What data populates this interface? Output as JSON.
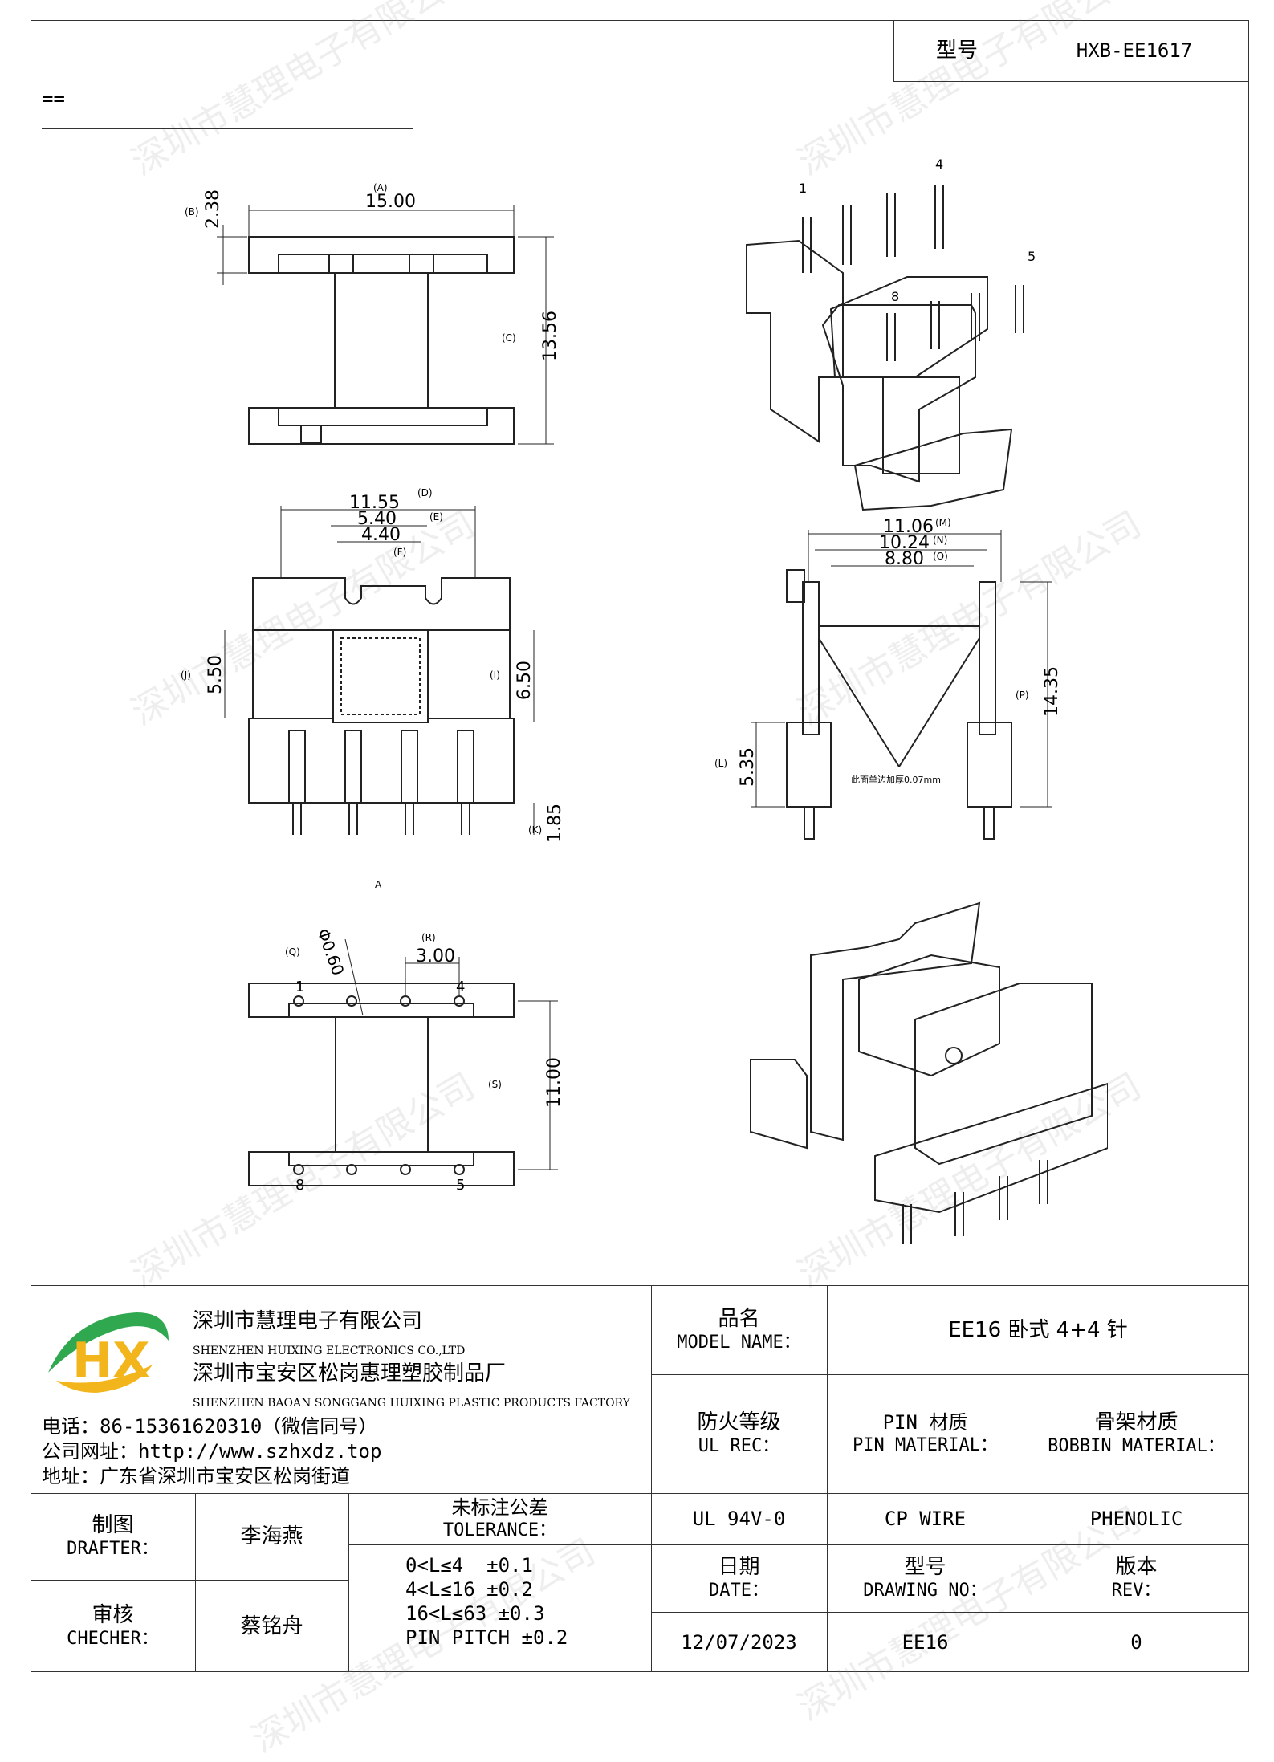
{
  "header": {
    "model_label": "型号",
    "model_value": "HXB-EE1617",
    "top_mark": "=="
  },
  "watermark": "深圳市慧理电子有限公司",
  "views": {
    "top": {
      "dims": [
        "15.00",
        "2.38",
        "13.56"
      ],
      "refs": [
        "(A)",
        "(B)",
        "(C)"
      ]
    },
    "front": {
      "dims": [
        "11.55",
        "5.40",
        "4.40",
        "5.50",
        "6.50",
        "1.85"
      ],
      "refs": [
        "(D)",
        "(E)",
        "(F)",
        "(J)",
        "(I)",
        "(K)"
      ]
    },
    "side": {
      "dims": [
        "11.06",
        "10.24",
        "8.80",
        "14.35",
        "5.35"
      ],
      "refs": [
        "(M)",
        "(N)",
        "(O)",
        "(P)",
        "(L)"
      ],
      "note": "此面单边加厚0.07mm"
    },
    "bottom": {
      "dims": [
        "3.00",
        "11.00",
        "Φ0.60"
      ],
      "refs": [
        "(Q)",
        "(R)",
        "(S)"
      ],
      "pins": [
        "1",
        "4",
        "8",
        "5"
      ],
      "mark": "A"
    },
    "iso_top": {
      "pins": [
        "1",
        "4",
        "5",
        "8"
      ]
    }
  },
  "company": {
    "logo_text": "HX",
    "name_cn": "深圳市慧理电子有限公司",
    "name_en": "SHENZHEN HUIXING ELECTRONICS CO.,LTD",
    "factory_cn": "深圳市宝安区松岗惠理塑胶制品厂",
    "factory_en": "SHENZHEN BAOAN SONGGANG HUIXING PLASTIC PRODUCTS FACTORY",
    "phone": "电话：86-15361620310（微信同号）",
    "website": "公司网址：http://www.szhxdz.top",
    "address": "地址：广东省深圳市宝安区松岗街道"
  },
  "title_block": {
    "model_name_cn": "品名",
    "model_name_en": "MODEL NAME：",
    "model_name_value": "EE16 卧式 4+4 针",
    "ul_cn": "防火等级",
    "ul_en": "UL REC：",
    "pin_cn": "PIN 材质",
    "pin_en": "PIN MATERIAL：",
    "bobbin_cn": "骨架材质",
    "bobbin_en": "BOBBIN MATERIAL：",
    "ul_value": "UL 94V-0",
    "pin_value": "CP WIRE",
    "bobbin_value": "PHENOLIC",
    "drafter_cn": "制图",
    "drafter_en": "DRAFTER：",
    "drafter_value": "李海燕",
    "checker_cn": "审核",
    "checker_en": "CHECHER：",
    "checker_value": "蔡铭舟",
    "tolerance_cn": "未标注公差",
    "tolerance_en": "TOLERANCE：",
    "tolerance_lines": [
      "0<L≤4  ±0.1",
      "4<L≤16 ±0.2",
      "16<L≤63 ±0.3",
      "PIN PITCH ±0.2"
    ],
    "date_cn": "日期",
    "date_en": "DATE：",
    "date_value": "12/07/2023",
    "drawing_cn": "型号",
    "drawing_en": "DRAWING NO：",
    "drawing_value": "EE16",
    "rev_cn": "版本",
    "rev_en": "REV：",
    "rev_value": "0"
  }
}
